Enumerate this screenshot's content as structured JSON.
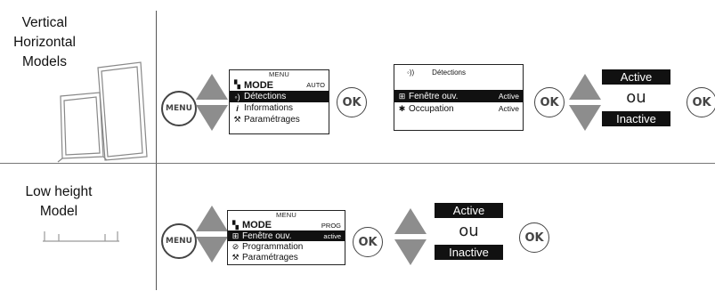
{
  "rows": [
    {
      "model_label_lines": [
        "Vertical",
        "Horizontal",
        "Models"
      ],
      "menu_button": "MENU",
      "menu_screen": {
        "title": "MENU",
        "items": [
          {
            "icon": "mode-icon",
            "label": "MODE",
            "value": "AUTO",
            "highlight": false
          },
          {
            "icon": "detection-icon",
            "label": "Détections",
            "value": "",
            "highlight": true
          },
          {
            "icon": "info-icon",
            "label": "Informations",
            "value": "",
            "highlight": false
          },
          {
            "icon": "settings-icon",
            "label": "Paramétrages",
            "value": "",
            "highlight": false
          }
        ]
      },
      "ok_button": "OK",
      "detection_screen": {
        "title": "Détections",
        "items": [
          {
            "icon": "window-icon",
            "label": "Fenêtre ouv.",
            "value": "Active",
            "highlight": true
          },
          {
            "icon": "occupancy-icon",
            "label": "Occupation",
            "value": "Active",
            "highlight": false
          }
        ]
      },
      "choice": {
        "active": "Active",
        "ou": "ou",
        "inactive": "Inactive"
      }
    },
    {
      "model_label_lines": [
        "Low height",
        "Model"
      ],
      "menu_button": "MENU",
      "menu_screen": {
        "title": "MENU",
        "items": [
          {
            "icon": "mode-icon",
            "label": "MODE",
            "value": "PROG",
            "highlight": false
          },
          {
            "icon": "window-icon",
            "label": "Fenêtre ouv.",
            "value": "active",
            "highlight": true
          },
          {
            "icon": "clock-icon",
            "label": "Programmation",
            "value": "",
            "highlight": false
          },
          {
            "icon": "settings-icon",
            "label": "Paramétrages",
            "value": "",
            "highlight": false
          }
        ]
      },
      "ok_button": "OK",
      "choice": {
        "active": "Active",
        "ou": "ou",
        "inactive": "Inactive"
      }
    }
  ],
  "colors": {
    "ink": "#111111",
    "outline": "#444444",
    "divider": "#555555"
  }
}
